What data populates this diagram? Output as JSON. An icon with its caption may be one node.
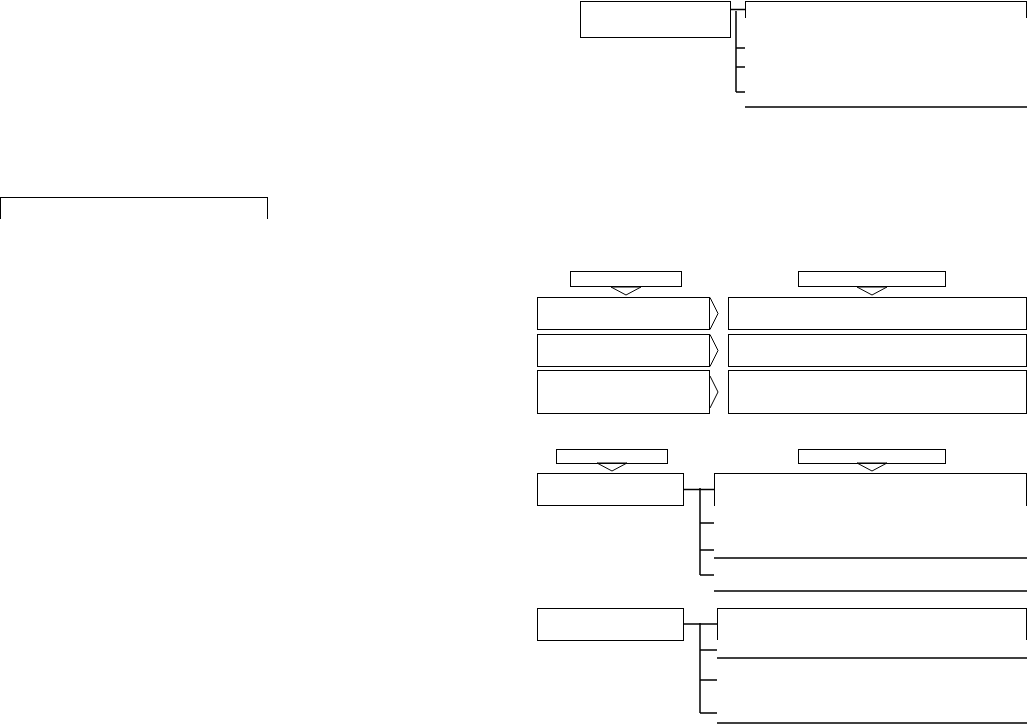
{
  "diagram": {
    "nodes": [
      {
        "text": [],
        "shape": "box"
      },
      {
        "text": [],
        "shape": "box"
      },
      {
        "text": [],
        "shape": "box"
      },
      {
        "text": [],
        "shape": "box"
      },
      {
        "text": [],
        "shape": "box"
      },
      {
        "text": [],
        "shape": "box"
      },
      {
        "text": [],
        "shape": "box"
      },
      {
        "text": [],
        "shape": "box"
      },
      {
        "text": [],
        "shape": "box"
      },
      {
        "text": [],
        "shape": "box"
      },
      {
        "text": [],
        "shape": "box"
      },
      {
        "text": [],
        "shape": "box"
      },
      {
        "text": [],
        "shape": "box"
      },
      {
        "text": [],
        "shape": "box"
      },
      {
        "text": [],
        "shape": "box"
      },
      {
        "text": [],
        "shape": "box"
      },
      {
        "text": [],
        "shape": "box"
      }
    ],
    "edges": [
      {
        "from": 0,
        "to": 1,
        "arrow": "none"
      },
      {
        "from": 3,
        "to": 5,
        "arrow": "to"
      },
      {
        "from": 4,
        "to": 6,
        "arrow": "to"
      },
      {
        "from": 5,
        "to": 6,
        "arrow": "to"
      },
      {
        "from": 7,
        "to": 8,
        "arrow": "to"
      },
      {
        "from": 9,
        "to": 10,
        "arrow": "to"
      },
      {
        "from": 11,
        "to": 13,
        "arrow": "to"
      },
      {
        "from": 12,
        "to": 14,
        "arrow": "to"
      },
      {
        "from": 13,
        "to": 14,
        "arrow": "none"
      },
      {
        "from": 15,
        "to": 16,
        "arrow": "none"
      }
    ]
  }
}
